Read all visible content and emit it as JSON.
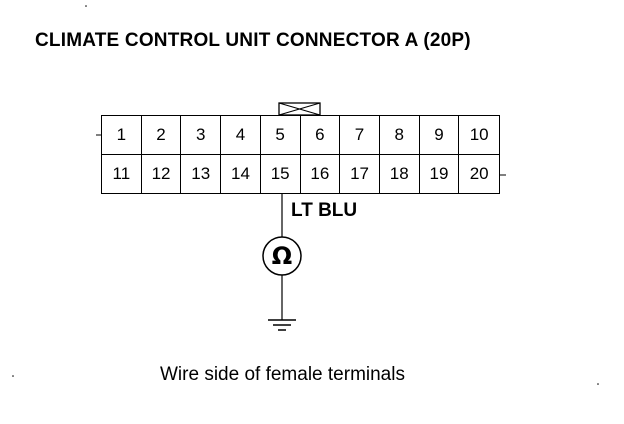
{
  "title": "CLIMATE CONTROL UNIT CONNECTOR A (20P)",
  "connector": {
    "row1": [
      "1",
      "2",
      "3",
      "4",
      "5",
      "6",
      "7",
      "8",
      "9",
      "10"
    ],
    "row2": [
      "11",
      "12",
      "13",
      "14",
      "15",
      "16",
      "17",
      "18",
      "19",
      "20"
    ]
  },
  "wire_color": "LT BLU",
  "meter_symbol": "Ω",
  "caption": "Wire side of female terminals",
  "icons": {
    "meter": "ohmmeter-icon",
    "ground": "ground-icon",
    "lock_tab": "lock-tab-icon"
  }
}
